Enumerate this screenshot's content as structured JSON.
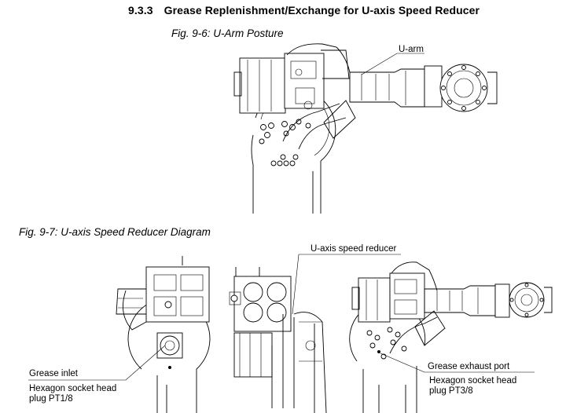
{
  "heading": {
    "number": "9.3.3",
    "title": "Grease Replenishment/Exchange for U-axis Speed Reducer"
  },
  "fig1": {
    "caption": "Fig. 9-6: U-Arm Posture",
    "callout": "U-arm"
  },
  "fig2": {
    "caption": "Fig. 9-7: U-axis Speed Reducer Diagram",
    "reducer_label": "U-axis speed reducer",
    "inlet": {
      "title": "Grease inlet",
      "line1": "Hexagon socket head",
      "line2": "plug PT1/8"
    },
    "exhaust": {
      "title": "Grease exhaust port",
      "line1": "Hexagon socket head",
      "line2": "plug PT3/8"
    }
  }
}
